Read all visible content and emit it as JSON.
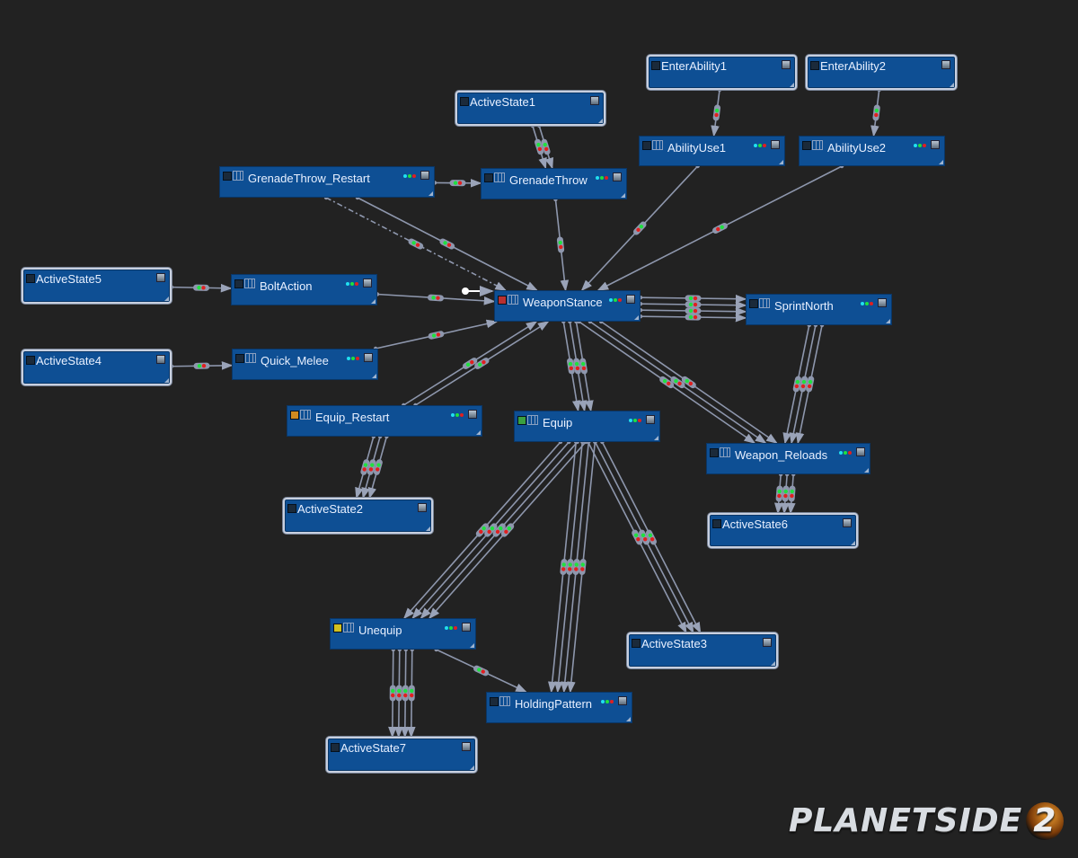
{
  "nodes": [
    {
      "id": "EnterAbility1",
      "kind": "active"
    },
    {
      "id": "EnterAbility2",
      "kind": "active"
    },
    {
      "id": "ActiveState1",
      "kind": "active"
    },
    {
      "id": "AbilityUse1",
      "kind": "state",
      "icon": "#1b2a3a"
    },
    {
      "id": "AbilityUse2",
      "kind": "state",
      "icon": "#1b2a3a"
    },
    {
      "id": "GrenadeThrow_Restart",
      "kind": "state",
      "icon": "#1b2a3a"
    },
    {
      "id": "GrenadeThrow",
      "kind": "state",
      "icon": "#1b2a3a"
    },
    {
      "id": "ActiveState5",
      "kind": "active"
    },
    {
      "id": "BoltAction",
      "kind": "state",
      "icon": "#1b2a3a"
    },
    {
      "id": "WeaponStance",
      "kind": "state",
      "icon": "#b83030",
      "entry": true
    },
    {
      "id": "SprintNorth",
      "kind": "state",
      "icon": "#1b2a3a"
    },
    {
      "id": "ActiveState4",
      "kind": "active"
    },
    {
      "id": "Quick_Melee",
      "kind": "state",
      "icon": "#1b2a3a"
    },
    {
      "id": "Equip_Restart",
      "kind": "state",
      "icon": "#d08a20"
    },
    {
      "id": "Equip",
      "kind": "state",
      "icon": "#3aa040"
    },
    {
      "id": "Weapon_Reloads",
      "kind": "state",
      "icon": "#1b2a3a"
    },
    {
      "id": "ActiveState2",
      "kind": "active"
    },
    {
      "id": "ActiveState6",
      "kind": "active"
    },
    {
      "id": "Unequip",
      "kind": "state",
      "icon": "#d0c020"
    },
    {
      "id": "ActiveState3",
      "kind": "active"
    },
    {
      "id": "HoldingPattern",
      "kind": "state",
      "icon": "#1b2a3a"
    },
    {
      "id": "ActiveState7",
      "kind": "active"
    }
  ],
  "edges": [
    {
      "from": "EnterAbility1",
      "to": "AbilityUse1",
      "count": 1
    },
    {
      "from": "EnterAbility2",
      "to": "AbilityUse2",
      "count": 1
    },
    {
      "from": "ActiveState1",
      "to": "GrenadeThrow",
      "count": 2
    },
    {
      "from": "GrenadeThrow_Restart",
      "to": "GrenadeThrow",
      "count": 1
    },
    {
      "from": "GrenadeThrow",
      "to": "WeaponStance",
      "count": 1
    },
    {
      "from": "GrenadeThrow_Restart",
      "to": "WeaponStance",
      "count": 1
    },
    {
      "from": "GrenadeThrow_Restart",
      "to": "WeaponStance",
      "count": 1,
      "dashed": true
    },
    {
      "from": "AbilityUse1",
      "to": "WeaponStance",
      "count": 1
    },
    {
      "from": "AbilityUse2",
      "to": "WeaponStance",
      "count": 1
    },
    {
      "from": "ActiveState5",
      "to": "BoltAction",
      "count": 1
    },
    {
      "from": "BoltAction",
      "to": "WeaponStance",
      "count": 1
    },
    {
      "from": "ActiveState4",
      "to": "Quick_Melee",
      "count": 1
    },
    {
      "from": "Quick_Melee",
      "to": "WeaponStance",
      "count": 1
    },
    {
      "from": "Equip_Restart",
      "to": "WeaponStance",
      "count": 2
    },
    {
      "from": "WeaponStance",
      "to": "SprintNorth",
      "count": 4
    },
    {
      "from": "WeaponStance",
      "to": "Equip",
      "count": 3
    },
    {
      "from": "WeaponStance",
      "to": "Weapon_Reloads",
      "count": 3
    },
    {
      "from": "SprintNorth",
      "to": "Weapon_Reloads",
      "count": 3
    },
    {
      "from": "Equip_Restart",
      "to": "ActiveState2",
      "count": 3
    },
    {
      "from": "Weapon_Reloads",
      "to": "ActiveState6",
      "count": 3
    },
    {
      "from": "Equip",
      "to": "Unequip",
      "count": 4
    },
    {
      "from": "Equip",
      "to": "HoldingPattern",
      "count": 4
    },
    {
      "from": "Equip",
      "to": "ActiveState3",
      "count": 3
    },
    {
      "from": "Unequip",
      "to": "HoldingPattern",
      "count": 1
    },
    {
      "from": "Unequip",
      "to": "ActiveState7",
      "count": 4
    }
  ],
  "status_dot_colors": [
    "#20e0f0",
    "#20e040",
    "#e02020"
  ],
  "logo": {
    "text": "PLANETSIDE",
    "number": "2"
  }
}
